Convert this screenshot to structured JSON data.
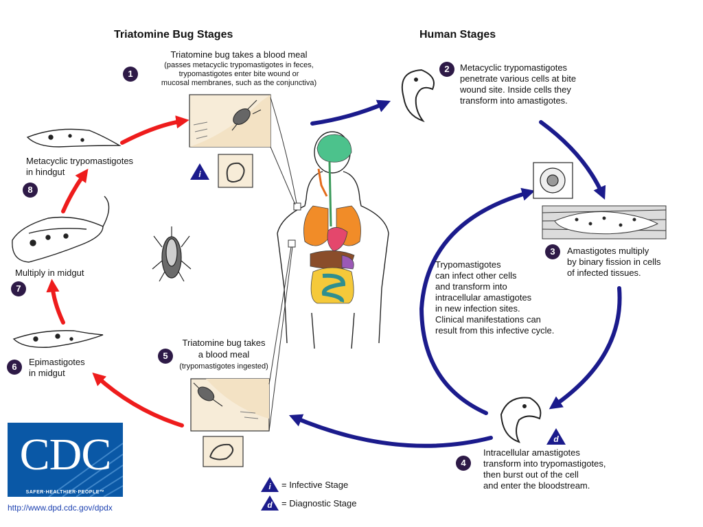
{
  "headers": {
    "bug": "Triatomine Bug Stages",
    "human": "Human Stages"
  },
  "stages": [
    {
      "num": "1",
      "title": "Triatomine bug takes a blood meal",
      "detail": [
        "(passes metacyclic trypomastigotes in feces,",
        "trypomastigotes enter bite wound or",
        "mucosal membranes, such as the conjunctiva)"
      ]
    },
    {
      "num": "2",
      "lines": [
        "Metacyclic trypomastigotes",
        "penetrate various cells at bite",
        "wound site.  Inside cells they",
        "transform into amastigotes."
      ]
    },
    {
      "num": "3",
      "lines": [
        "Amastigotes multiply",
        "by binary fission in cells",
        "of infected tissues."
      ]
    },
    {
      "num": "4",
      "lines": [
        "Intracellular amastigotes",
        "transform into trypomastigotes,",
        "then burst out of the cell",
        "and enter the bloodstream."
      ]
    },
    {
      "num": "5",
      "lines": [
        "Triatomine bug takes",
        "a blood meal"
      ],
      "detail": "(trypomastigotes ingested)"
    },
    {
      "num": "6",
      "lines": [
        "Epimastigotes",
        "in midgut"
      ]
    },
    {
      "num": "7",
      "lines": [
        "Multiply in midgut"
      ]
    },
    {
      "num": "8",
      "lines": [
        "Metacyclic trypomastigotes",
        "in hindgut"
      ]
    }
  ],
  "center_note": [
    "Trypomastigotes",
    "can infect other cells",
    "and transform into",
    "intracellular amastigotes",
    "in new infection sites.",
    "Clinical manifestations can",
    "result from this infective cycle."
  ],
  "markers": {
    "infective": "i",
    "diagnostic": "d"
  },
  "legend": {
    "infective": "= Infective Stage",
    "diagnostic": "= Diagnostic Stage"
  },
  "logo": {
    "text": "CDC",
    "tagline": "SAFER·HEALTHIER·PEOPLE™"
  },
  "url": "http://www.dpd.cdc.gov/dpdx",
  "colors": {
    "red_arrow": "#ee1c1c",
    "blue_arrow": "#1b1b8c",
    "badge": "#2e1a47",
    "logo_blue": "#0a58a6"
  }
}
